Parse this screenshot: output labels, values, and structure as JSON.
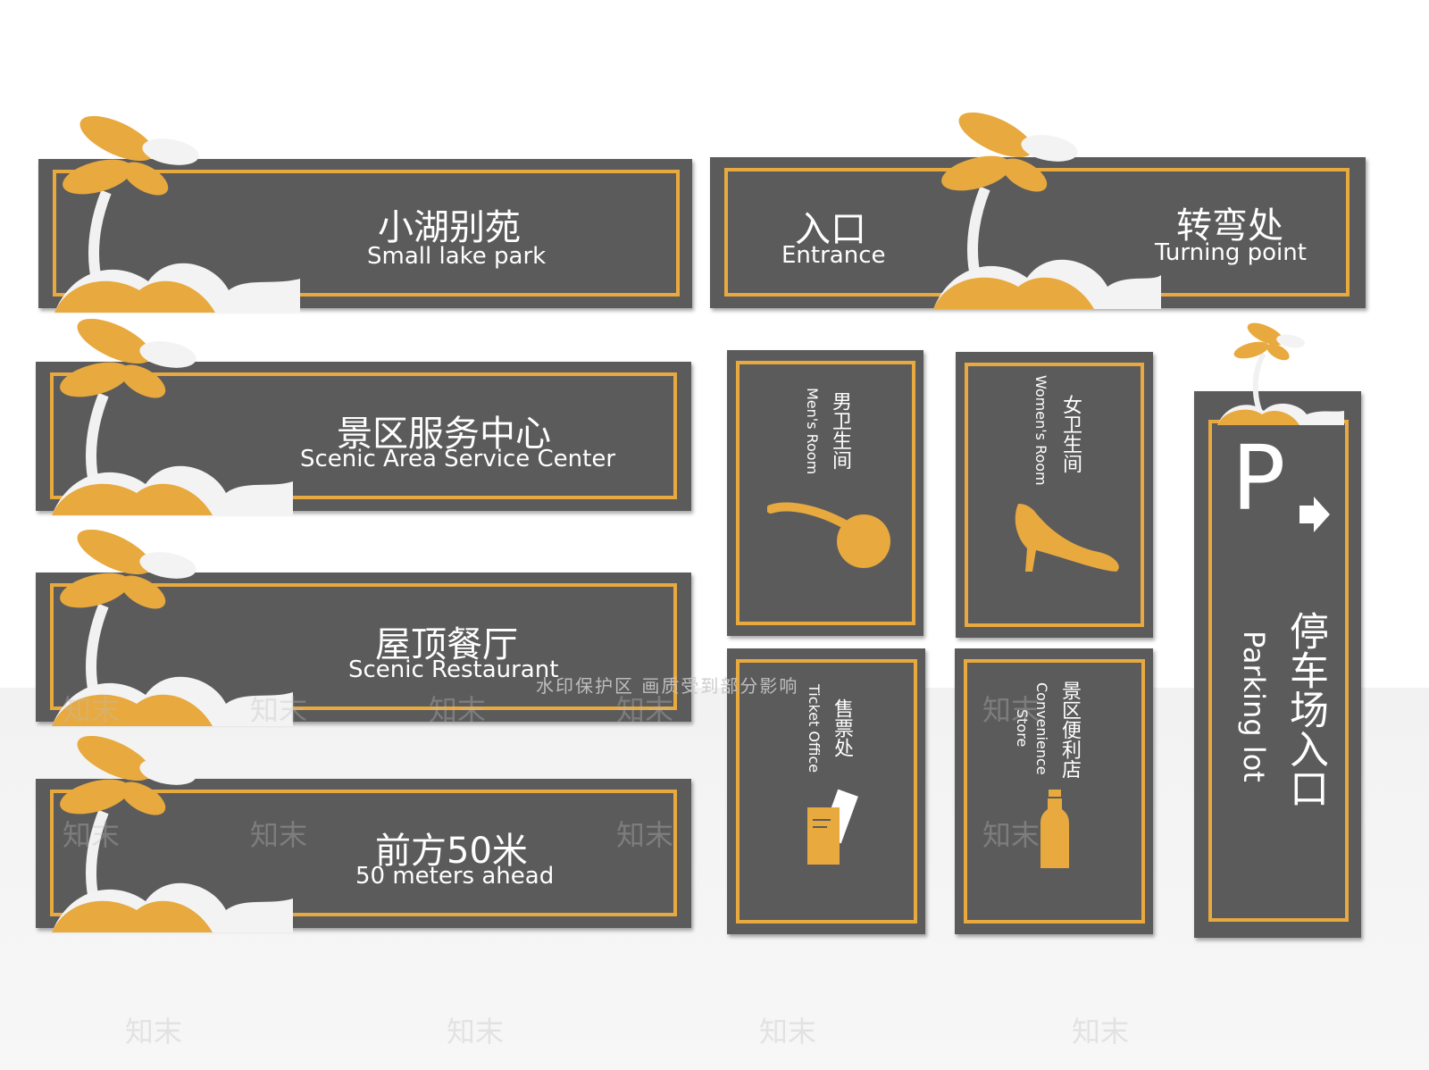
{
  "signs": {
    "small_lake_park": {
      "cn": "小湖别苑",
      "en": "Small lake park"
    },
    "entrance": {
      "cn": "入口",
      "en": "Entrance"
    },
    "turning_point": {
      "cn": "转弯处",
      "en": "Turning point"
    },
    "service_center": {
      "cn": "景区服务中心",
      "en": "Scenic Area Service Center"
    },
    "restaurant": {
      "cn": "屋顶餐厅",
      "en": "Scenic Restaurant"
    },
    "ahead": {
      "cn": "前方50米",
      "en": "50 meters ahead"
    },
    "mens_room": {
      "cn": "男卫生间",
      "en": "Men's Room"
    },
    "womens_room": {
      "cn": "女卫生间",
      "en": "Women's Room"
    },
    "ticket_office": {
      "cn": "售票处",
      "en": "Ticket Office"
    },
    "convenience_store": {
      "cn": "景区便利店",
      "en": "Convenience Store",
      "en_line1": "Convenience",
      "en_line2": "Store"
    },
    "parking": {
      "letter": "P",
      "cn": "停车场入口",
      "en": "Parking lot"
    }
  },
  "watermark": {
    "band_text": "水印保护区  画质受到部分影响",
    "brand": "知末"
  },
  "colors": {
    "sign_gray": "#5b5b5c",
    "accent_orange": "#e8a93e",
    "text_white": "#ffffff"
  },
  "icons": [
    "palm-tree-icon",
    "pipe-icon",
    "high-heel-icon",
    "ticket-icon",
    "bottle-icon",
    "arrow-right-icon"
  ]
}
